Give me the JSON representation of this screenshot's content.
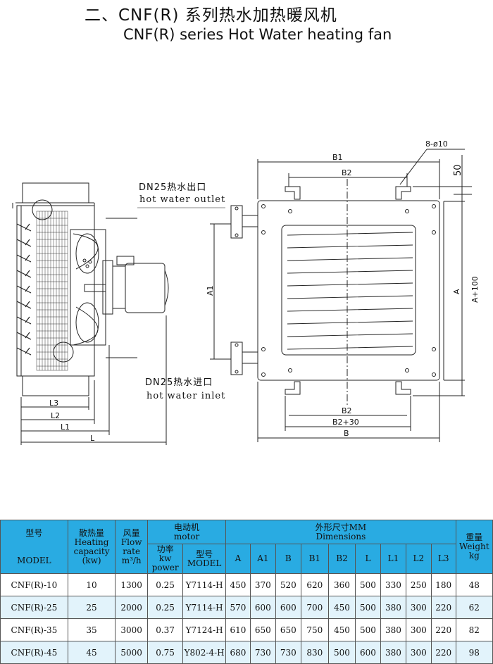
{
  "header": {
    "title_cn": "二、CNF(R) 系列热水加热暖风机",
    "title_en": "CNF(R) series Hot Water heating fan"
  },
  "drawing": {
    "outlet_cn": "DN25热水出口",
    "outlet_en": "hot water outlet",
    "inlet_cn": "DN25热水进口",
    "inlet_en": "hot water inlet",
    "dims": {
      "L3": "L3",
      "L2": "L2",
      "L1": "L1",
      "L": "L",
      "A1": "A1",
      "A": "A",
      "A100": "A+100",
      "B1": "B1",
      "B2_top": "B2",
      "B2_bottom": "B2",
      "B2_30": "B2+30",
      "B": "B",
      "holes": "8-ø10",
      "offset": "50"
    }
  },
  "table": {
    "headers": {
      "model_cn": "型号",
      "model_en": "MODEL",
      "capacity_cn": "散热量",
      "capacity_en": "Heating capacity",
      "capacity_unit": "(kw)",
      "flow_cn": "风量",
      "flow_en": "Flow rate",
      "flow_unit": "m³/h",
      "motor_cn": "电动机",
      "motor_en": "motor",
      "power_cn": "功率",
      "power_unit": "kw",
      "power_en": "power",
      "motor_model_cn": "型号",
      "motor_model_en": "MODEL",
      "dims_cn": "外形尺寸MM",
      "dims_en": "Dimensions",
      "weight_cn": "重量",
      "weight_en": "Weight",
      "weight_unit": "kg",
      "dim_cols": [
        "A",
        "A1",
        "B",
        "B1",
        "B2",
        "L",
        "L1",
        "L2",
        "L3"
      ]
    },
    "rows": [
      [
        "CNF(R)-10",
        "10",
        "1300",
        "0.25",
        "Y7114-H",
        "450",
        "370",
        "520",
        "620",
        "360",
        "500",
        "330",
        "250",
        "180",
        "48"
      ],
      [
        "CNF(R)-25",
        "25",
        "2000",
        "0.25",
        "Y7114-H",
        "570",
        "600",
        "600",
        "700",
        "450",
        "500",
        "380",
        "300",
        "220",
        "62"
      ],
      [
        "CNF(R)-35",
        "35",
        "3000",
        "0.37",
        "Y7124-H",
        "610",
        "650",
        "650",
        "750",
        "450",
        "500",
        "380",
        "300",
        "220",
        "82"
      ],
      [
        "CNF(R)-45",
        "45",
        "5000",
        "0.75",
        "Y802-4-H",
        "680",
        "730",
        "730",
        "830",
        "500",
        "600",
        "380",
        "300",
        "220",
        "98"
      ]
    ]
  }
}
